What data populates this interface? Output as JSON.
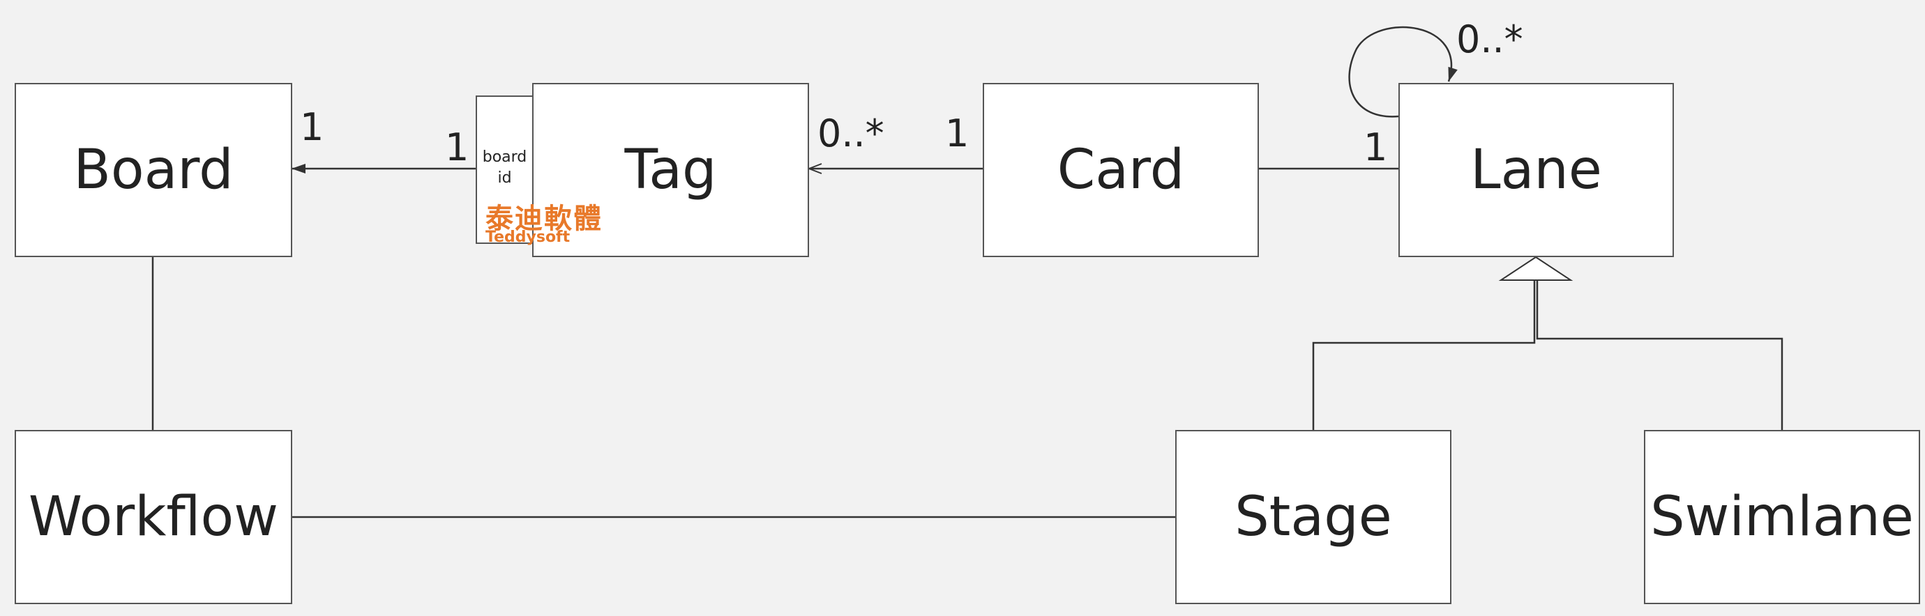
{
  "diagram": {
    "classes": {
      "board": "Board",
      "tag": "Tag",
      "card": "Card",
      "lane": "Lane",
      "workflow": "Workflow",
      "stage": "Stage",
      "swimlane": "Swimlane"
    },
    "qualifier": {
      "line1": "board",
      "line2": "id"
    },
    "multiplicities": {
      "board_end": "1",
      "tag_qualifier_end": "1",
      "tag_card_end": "0..*",
      "card_tag_end": "1",
      "lane_card_end": "1",
      "lane_self": "0..*"
    },
    "watermark": {
      "cn": "泰迪軟體",
      "en": "Teddysoft"
    }
  },
  "colors": {
    "background": "#f2f2f2",
    "box_fill": "#ffffff",
    "border": "#555555",
    "text": "#222222",
    "watermark": "#e8792a"
  }
}
